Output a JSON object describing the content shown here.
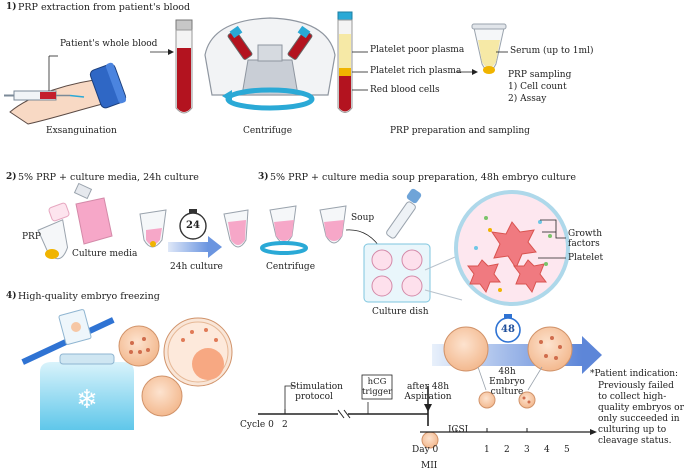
{
  "section1": {
    "number": "1)",
    "title": "PRP extraction from patient's blood",
    "whole_blood_label": "Patient's whole blood",
    "exsanguination_label": "Exsanguination",
    "centrifuge_label": "Centrifuge",
    "tube_layers": [
      "Platelet poor plasma",
      "Platelet rich plasma",
      "Red blood cells"
    ],
    "serum_label": "Serum (up to 1ml)",
    "sampling_title": "PRP sampling",
    "sampling_items": [
      "1)    Cell count",
      "2)    Assay"
    ],
    "prep_caption": "PRP preparation and sampling"
  },
  "section2": {
    "number": "2)",
    "title": "5% PRP + culture media, 24h culture",
    "prp_label": "PRP",
    "media_label": "Culture media",
    "timer_value": "24",
    "culture_label": "24h culture"
  },
  "section3": {
    "number": "3)",
    "title": "5% PRP + culture media soup preparation, 48h embryo culture",
    "soup_label": "Soup",
    "centrifuge_label": "Centrifuge",
    "dish_label": "Culture dish",
    "growth_label": "Growth factors",
    "platelet_label": "Platelet",
    "timer_value": "48"
  },
  "section4": {
    "number": "4)",
    "title": "High-quality embryo freezing"
  },
  "timeline": {
    "cycle0": "Cycle 0",
    "tick2": "2",
    "stimulation": "Stimulation protocol",
    "hcg": "hCG trigger",
    "aspiration": "after 48h Aspiration",
    "day0": "Day 0",
    "icsi": "ICSI",
    "mii": "MII",
    "days": [
      "1",
      "2",
      "3",
      "4",
      "5"
    ],
    "culture": "48h Embryo culture"
  },
  "note": {
    "title": "*Patient indication:",
    "body": "Previously failed to collect high-quality embryos or only succeeded in culturing up to cleavage status."
  },
  "colors": {
    "blood": "#b3131f",
    "plasma": "#f6e9a6",
    "prp": "#f0b400",
    "pink": "#f6a7c8",
    "cyan": "#2aa9d6",
    "embryo": "#f6c7a5",
    "blue_arrow": "#6f98e0"
  }
}
